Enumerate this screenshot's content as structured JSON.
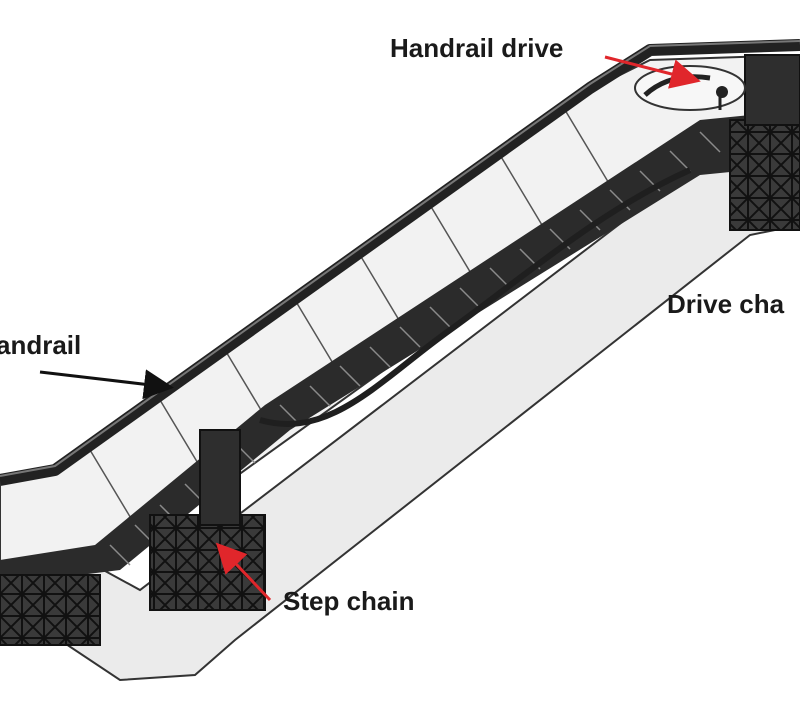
{
  "labels": {
    "handrail_drive": "Handrail drive",
    "handrail": "andrail",
    "drive_chain": "Drive cha",
    "step_chain": "Step chain"
  },
  "colors": {
    "arrow_red": "#e0262b",
    "arrow_black": "#111111",
    "structure_dark": "#2b2b2b",
    "panel_light": "#e6e6e6",
    "outline": "#333333"
  }
}
